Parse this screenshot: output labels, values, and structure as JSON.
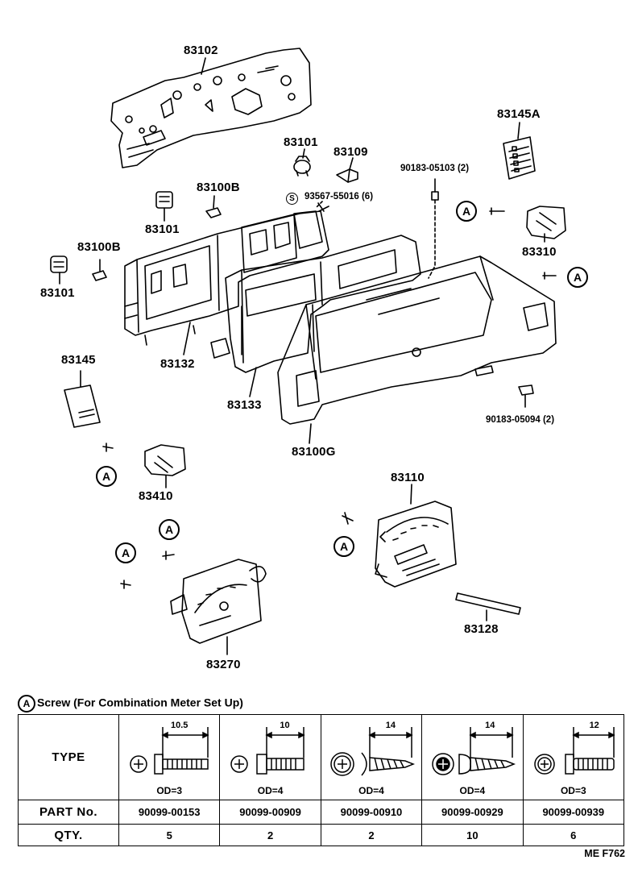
{
  "callouts": {
    "p83102": "83102",
    "p83101_top": "83101",
    "p83109": "83109",
    "p83145A": "83145A",
    "p90183_05103": "90183-05103 (2)",
    "p93567": "93567-55016 (6)",
    "p93567_mark": "S",
    "p83100B_top": "83100B",
    "p83101_mid": "83101",
    "p83100B_left": "83100B",
    "p83101_left": "83101",
    "p83310": "83310",
    "p83132": "83132",
    "p83145": "83145",
    "p83133": "83133",
    "p83100G": "83100G",
    "p90183_05094": "90183-05094 (2)",
    "p83410": "83410",
    "p83110": "83110",
    "p83128": "83128",
    "p83270": "83270",
    "screw_mark": "A"
  },
  "legend": {
    "mark": "A",
    "title": "Screw (For Combination Meter Set Up)"
  },
  "table": {
    "row_type": "TYPE",
    "row_part": "PART  No.",
    "row_qty": "QTY.",
    "columns": [
      {
        "length": "10.5",
        "od": "OD=3",
        "part_no": "90099-00153",
        "qty": "5"
      },
      {
        "length": "10",
        "od": "OD=4",
        "part_no": "90099-00909",
        "qty": "2"
      },
      {
        "length": "14",
        "od": "OD=4",
        "part_no": "90099-00910",
        "qty": "2"
      },
      {
        "length": "14",
        "od": "OD=4",
        "part_no": "90099-00929",
        "qty": "10"
      },
      {
        "length": "12",
        "od": "OD=3",
        "part_no": "90099-00939",
        "qty": "6"
      }
    ]
  },
  "footer": "ME  F762"
}
